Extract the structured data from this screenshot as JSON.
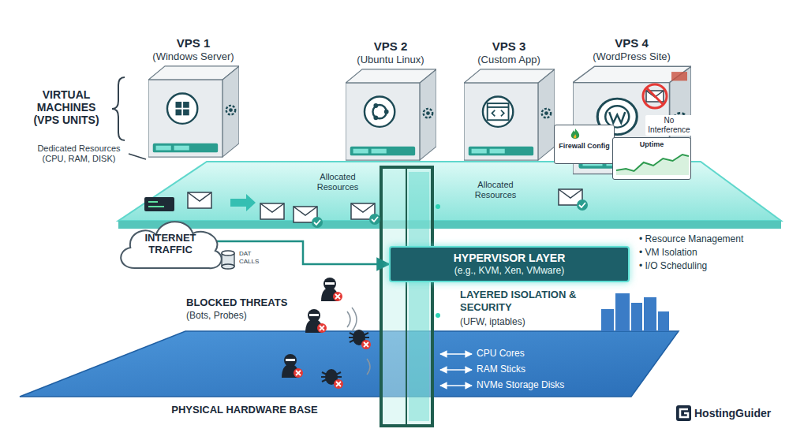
{
  "diagram": {
    "nodes": [
      {
        "text": [
          "VPS 1",
          "(Windows Server)"
        ]
      },
      {
        "text": [
          "VPS 2",
          "(Ubuntu Linux)"
        ]
      },
      {
        "text": [
          "VPS 3",
          "(Custom App)"
        ]
      },
      {
        "text": [
          "VPS 4",
          "(WordPress Site)"
        ]
      },
      {
        "text": [
          "Firewall Config"
        ],
        "in": 3
      },
      {
        "text": [
          "Uptime"
        ],
        "in": 3
      },
      {
        "text": [
          "INTERNET TRAFFIC"
        ]
      },
      {
        "text": [
          "HYPERVISOR LAYER",
          "(e.g., KVM, Xen, VMware)"
        ]
      }
    ],
    "edges": [
      {
        "from": 6,
        "to": 7,
        "arrow": "to"
      }
    ],
    "labels": [
      "VIRTUAL MACHINES (VPS UNITS)",
      "Dedicated Resources (CPU, RAM, DISK)",
      "Allocated Resources",
      "Allocated Resources",
      "No Interference",
      "DAT CALLS",
      "• Resource Management",
      "• VM Isolation",
      "• I/O Scheduling",
      "LAYERED ISOLATION & SECURITY",
      "(UFW, iptables)",
      "BLOCKED THREATS",
      "(Bots, Probes)",
      "CPU Cores",
      "RAM Sticks",
      "NVMe Storage Disks",
      "PHYSICAL HARDWARE BASE",
      "HostingGuider"
    ]
  }
}
